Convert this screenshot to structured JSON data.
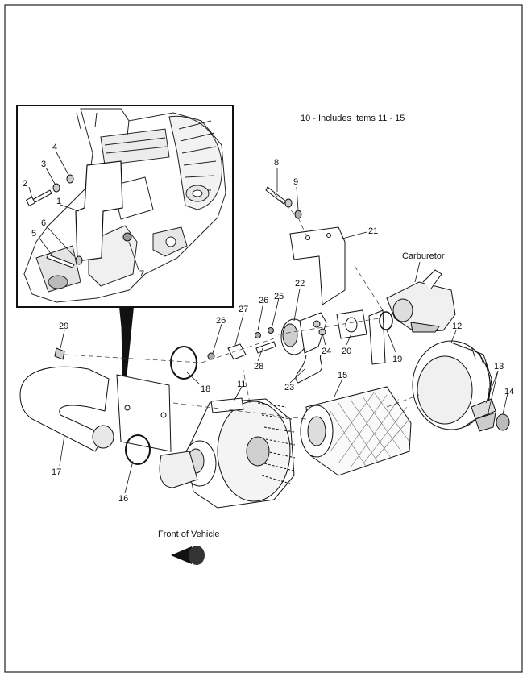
{
  "diagram": {
    "note": "10 - Includes Items 11 - 15",
    "carburetor_label": "Carburetor",
    "front_label": "Front of Vehicle",
    "inset_callouts": [
      "1",
      "2",
      "3",
      "4",
      "5",
      "6",
      "7"
    ],
    "main_callouts": [
      "8",
      "9",
      "11",
      "12",
      "13",
      "14",
      "15",
      "16",
      "17",
      "18",
      "19",
      "20",
      "21",
      "22",
      "23",
      "24",
      "25",
      "26",
      "26",
      "27",
      "28",
      "29"
    ]
  },
  "colors": {
    "line": "#1a1a1a",
    "shade": "#d8d8d8",
    "dark": "#555555"
  }
}
